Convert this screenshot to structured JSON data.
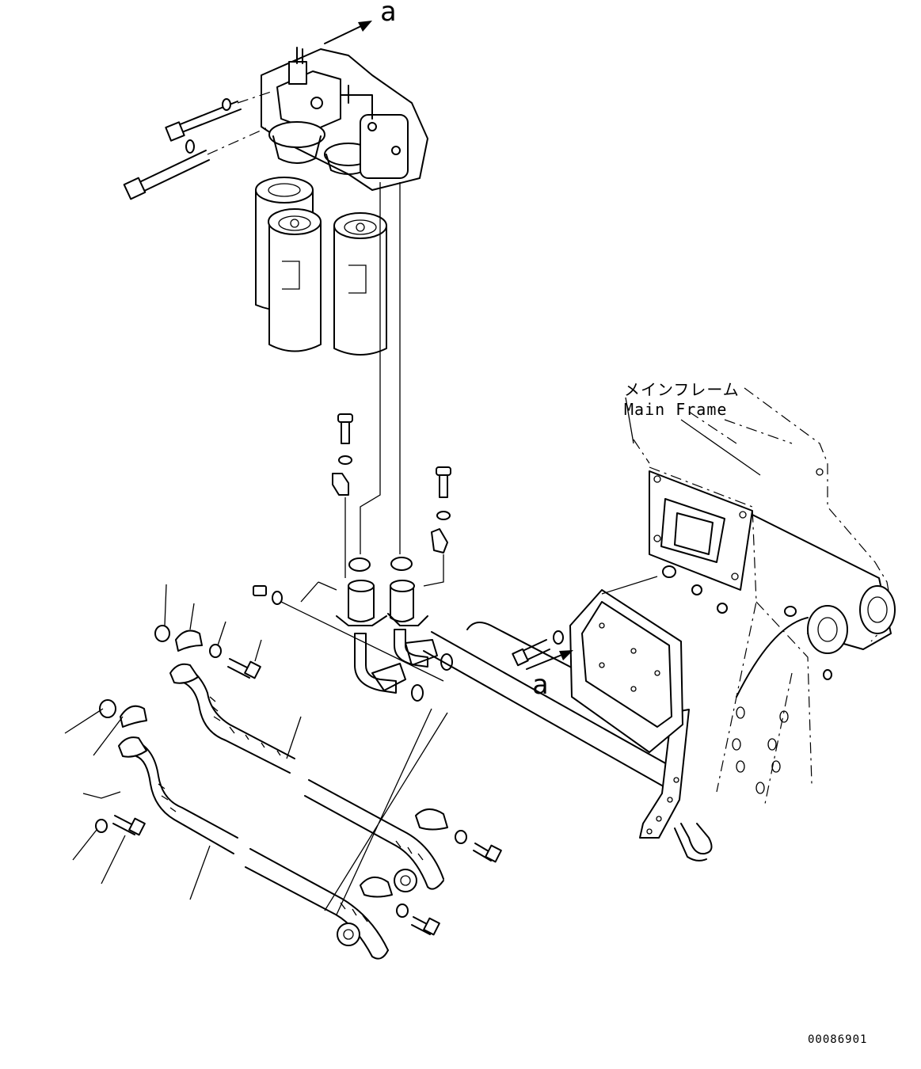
{
  "labels": {
    "view_a_top": "a",
    "view_a_frame": "a",
    "frame_jp": "メインフレーム",
    "frame_en": "Main Frame",
    "drawing_code": "00086901"
  }
}
